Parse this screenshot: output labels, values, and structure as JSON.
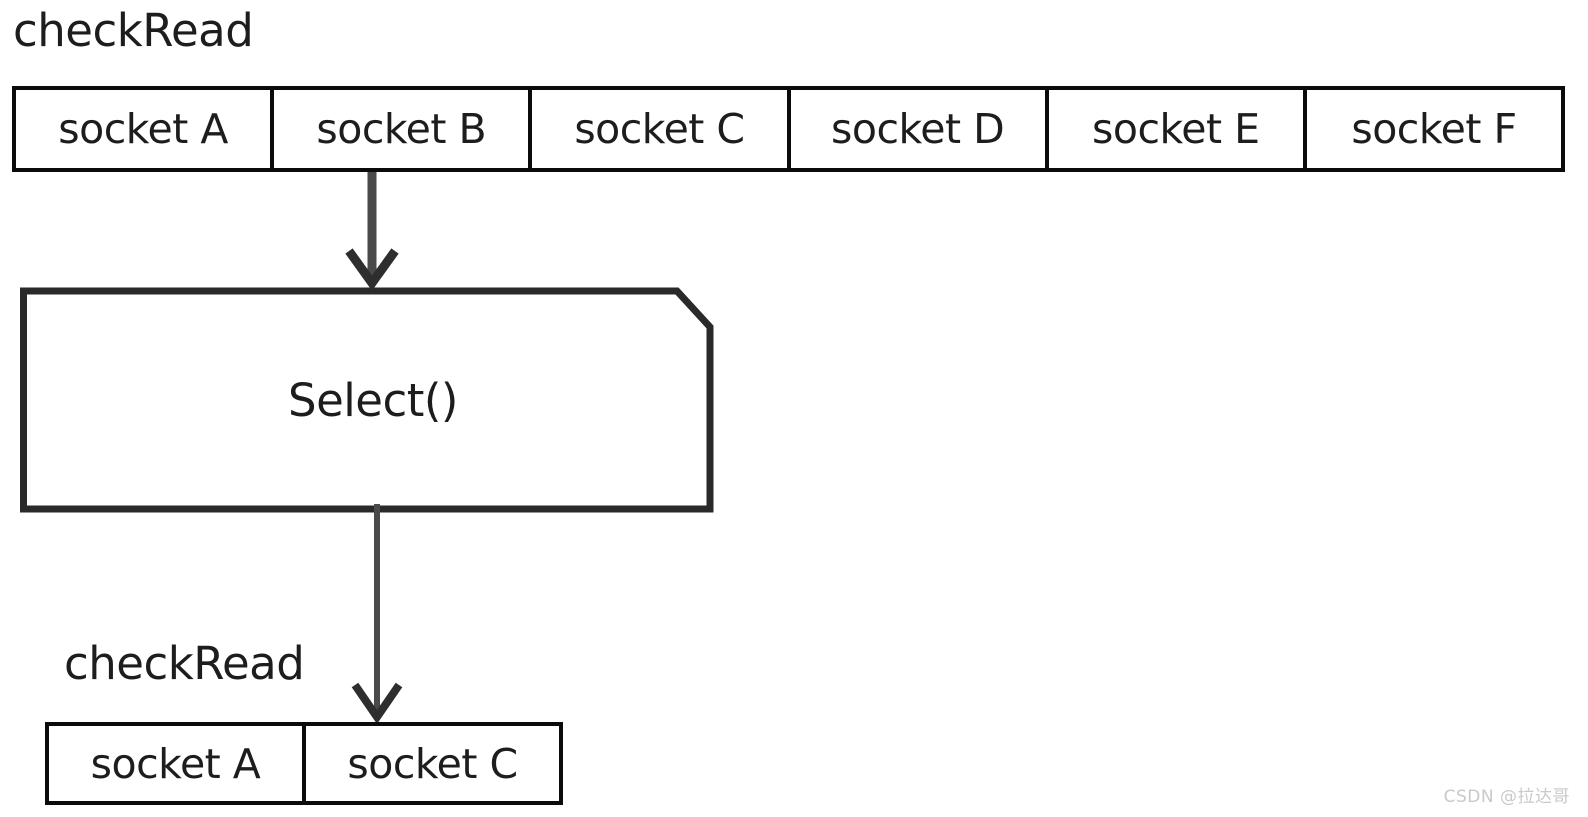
{
  "diagram": {
    "title_top": "checkRead",
    "title_bottom": "checkRead",
    "process": {
      "label": "Select()",
      "shape": "cut-corner-rectangle"
    },
    "top_row": {
      "name": "checkRead socket set (before select)",
      "cells": [
        {
          "label": "socket A"
        },
        {
          "label": "socket B"
        },
        {
          "label": "socket C"
        },
        {
          "label": "socket D"
        },
        {
          "label": "socket E"
        },
        {
          "label": "socket F"
        }
      ]
    },
    "bottom_row": {
      "name": "checkRead socket set (after select)",
      "cells": [
        {
          "label": "socket A"
        },
        {
          "label": "socket C"
        }
      ]
    },
    "arrows": [
      {
        "name": "arrow-top-to-select",
        "from": "top_row",
        "to": "process",
        "style": "open-v-head"
      },
      {
        "name": "arrow-select-to-bottom",
        "from": "process",
        "to": "bottom_row",
        "style": "open-v-head"
      }
    ],
    "colors": {
      "stroke": "#0b0b0b",
      "arrow": "#4a4a4a",
      "text": "#1d1d1d",
      "background": "#ffffff",
      "watermark": "#c9c9c9"
    }
  },
  "watermark": {
    "text": "CSDN @拉达哥"
  }
}
